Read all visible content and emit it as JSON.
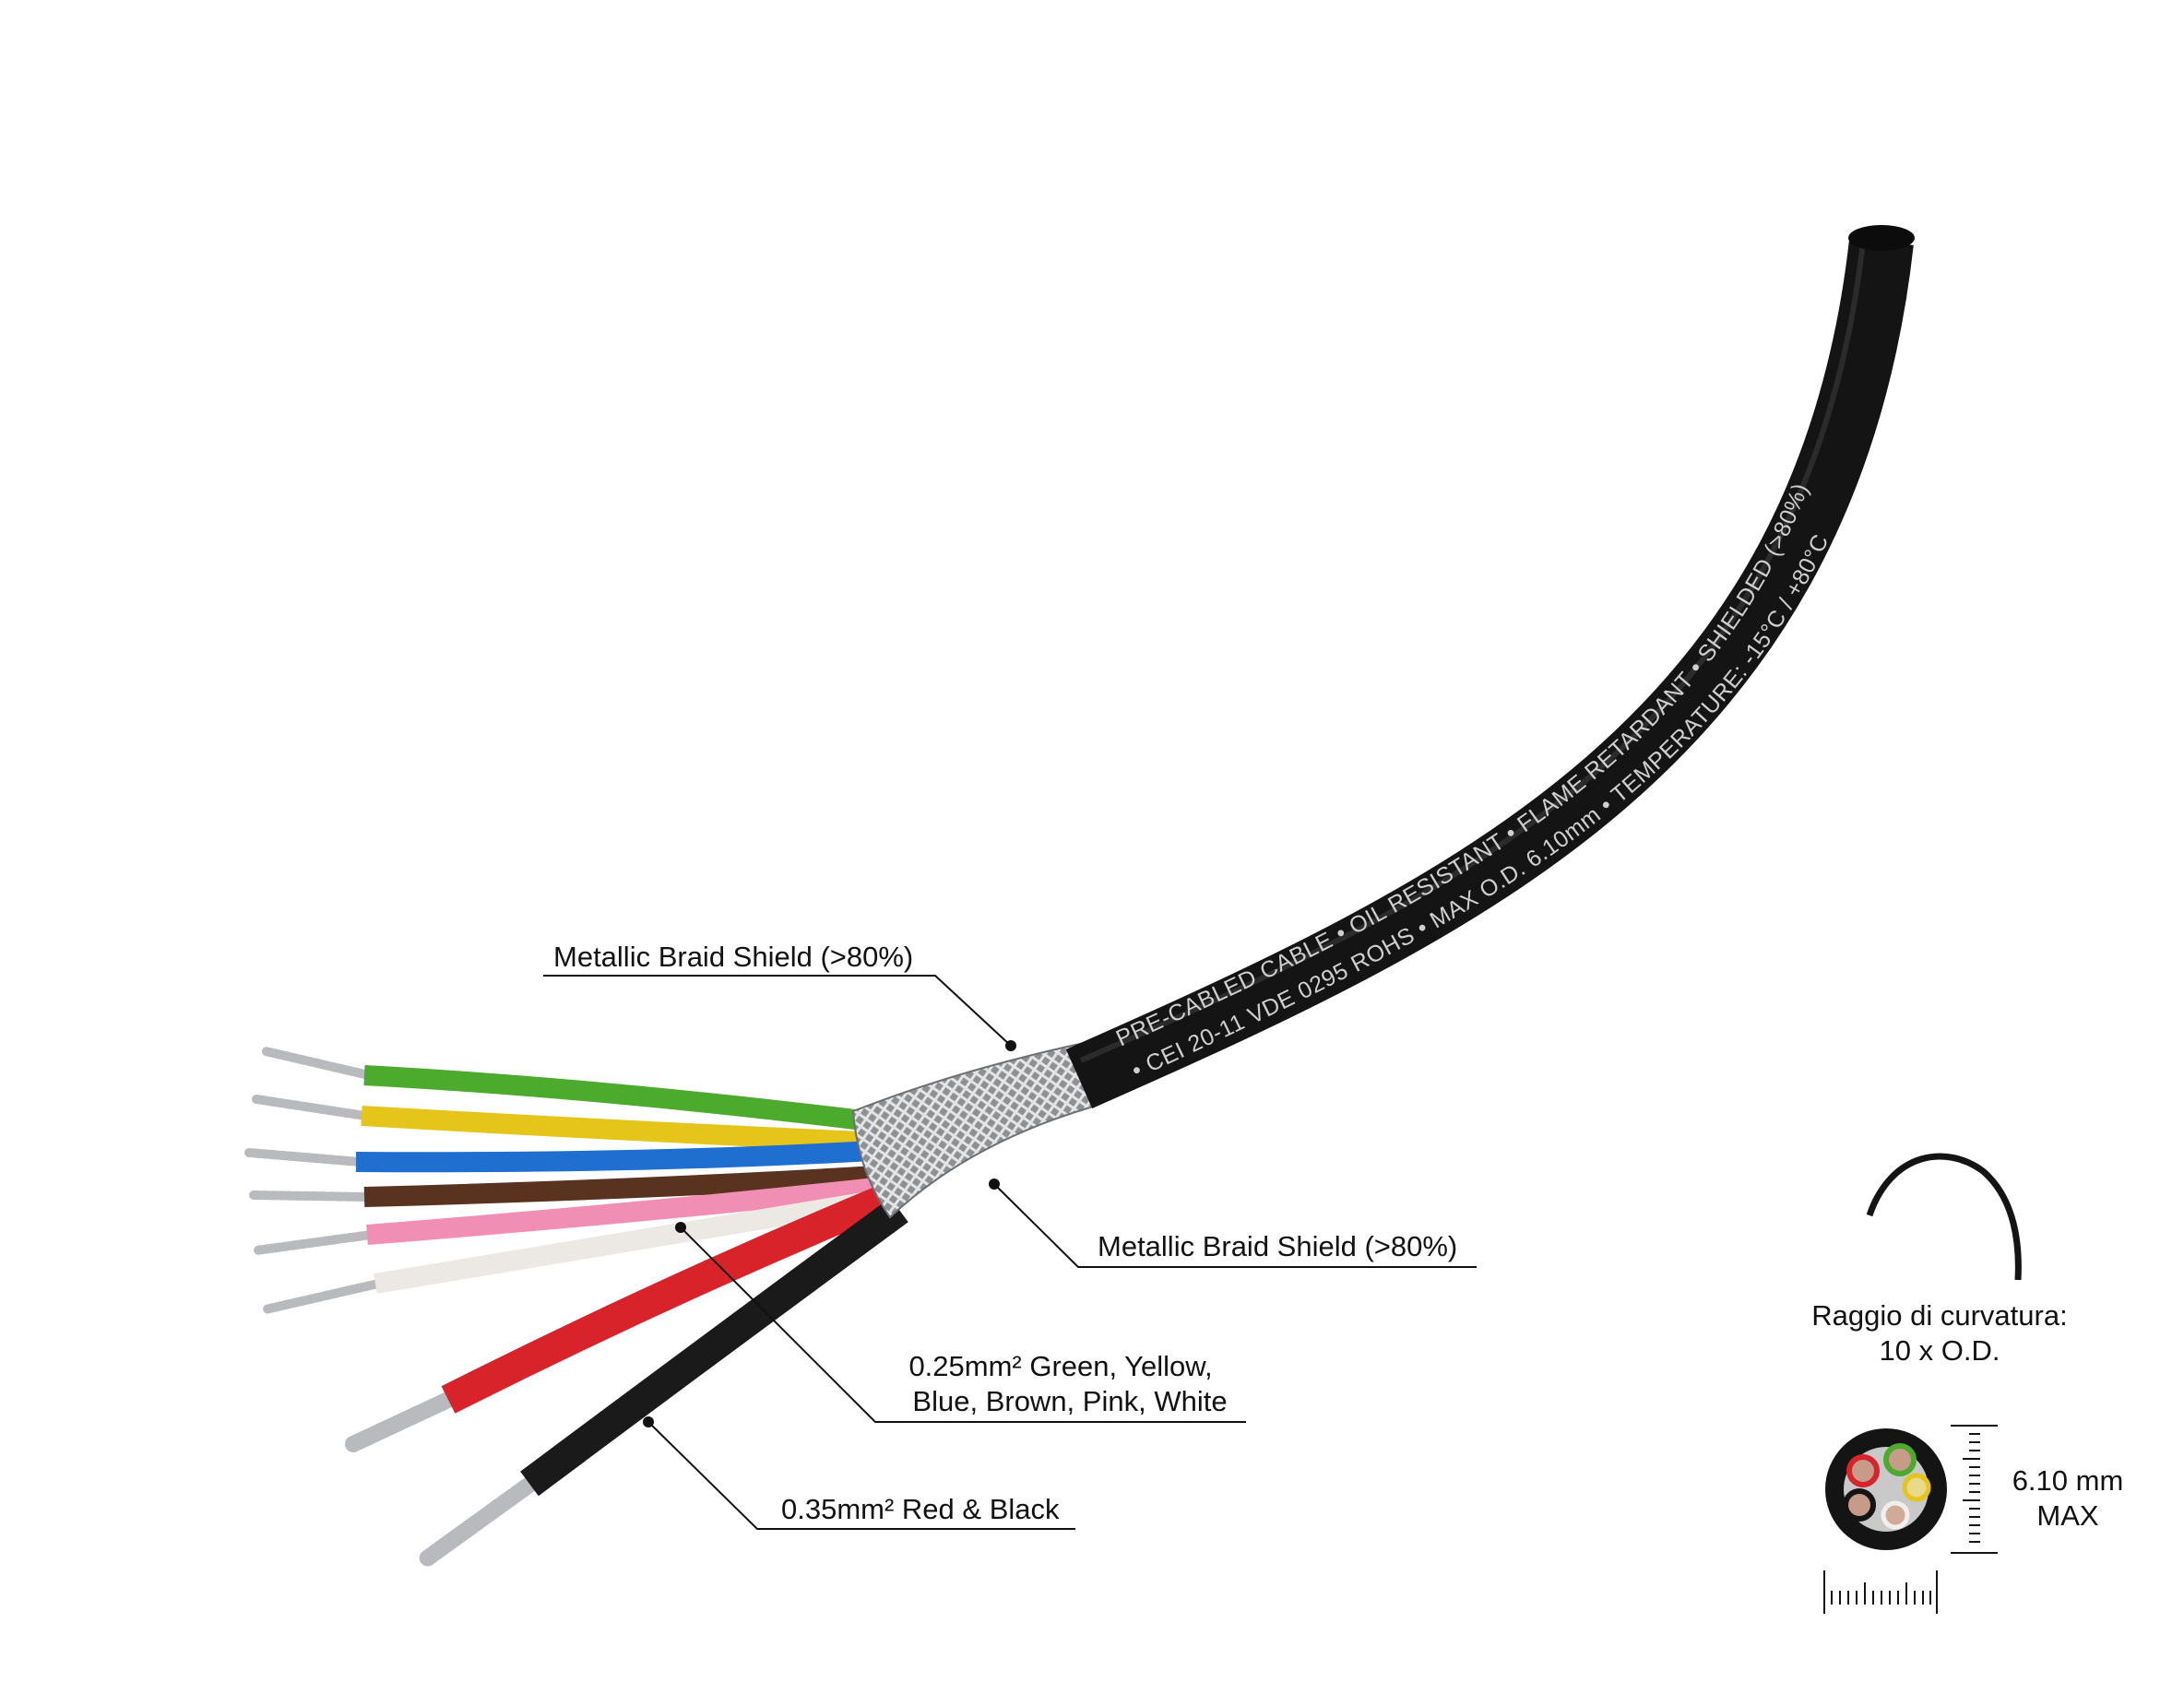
{
  "cable_print": {
    "line1": "PRE-CABLED CABLE • OIL RESISTANT • FLAME RETARDANT • SHIELDED (>80%)",
    "line2": "• CEI 20-11 VDE 0295 ROHS • MAX O.D. 6.10mm • TEMPERATURE: -15°C / +80°C"
  },
  "callouts": {
    "braid_top": "Metallic Braid Shield (>80%)",
    "braid_bottom": "Metallic Braid Shield (>80%)",
    "thin_wires_line1": "0.25mm² Green, Yellow,",
    "thin_wires_line2": "Blue, Brown, Pink, White",
    "thick_wires": "0.35mm² Red & Black"
  },
  "bend_radius": {
    "line1": "Raggio di curvatura:",
    "line2": "10 x O.D."
  },
  "diameter": {
    "value": "6.10 mm",
    "qualifier": "MAX"
  },
  "colors": {
    "jacket": "#141414",
    "green": "#4caa2c",
    "yellow": "#e6c51a",
    "blue": "#1f6fd0",
    "brown": "#5a3320",
    "pink": "#f08fb3",
    "white": "#f1efec",
    "red": "#d8232a",
    "black": "#1a1a1a",
    "braid": "#a9abae"
  }
}
